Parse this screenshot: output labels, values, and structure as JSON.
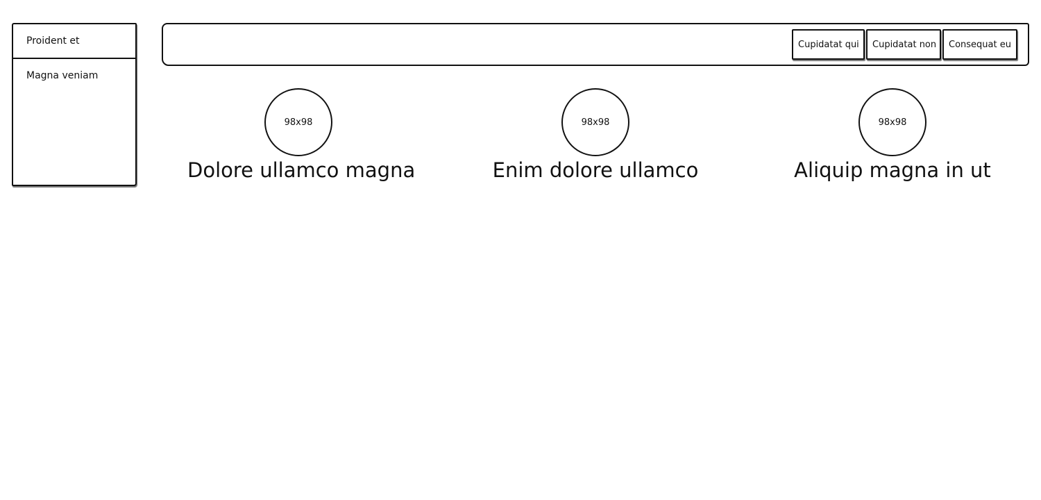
{
  "sidebar": {
    "items": [
      {
        "label": "Proident et"
      },
      {
        "label": "Magna veniam"
      }
    ]
  },
  "header": {
    "buttons": [
      {
        "label": "Cupidatat qui"
      },
      {
        "label": "Cupidatat non"
      },
      {
        "label": "Consequat eu"
      }
    ]
  },
  "features": [
    {
      "image_label": "98x98",
      "title": "Dolore ullamco magna"
    },
    {
      "image_label": "98x98",
      "title": "Enim dolore ullamco"
    },
    {
      "image_label": "98x98",
      "title": "Aliquip magna in ut"
    }
  ]
}
